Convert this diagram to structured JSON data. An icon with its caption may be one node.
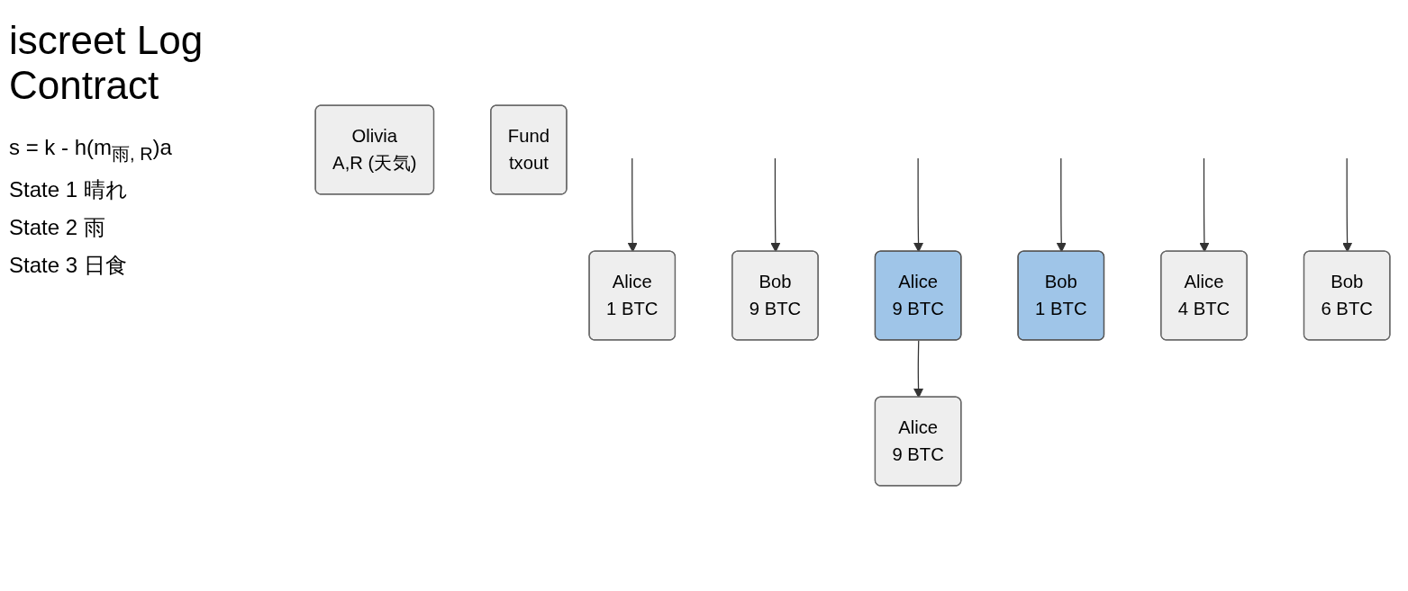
{
  "diagram": {
    "title": "iscreet Log Contract",
    "nodes": [
      {
        "text": [
          "Olivia",
          "A,R (天気)"
        ]
      },
      {
        "text": [
          "Fund",
          "txout"
        ]
      },
      {
        "text": [
          "Alice",
          "1 BTC"
        ]
      },
      {
        "text": [
          "Bob",
          "9 BTC"
        ]
      },
      {
        "text": [
          "Alice",
          "9 BTC"
        ]
      },
      {
        "text": [
          "Bob",
          "1 BTC"
        ]
      },
      {
        "text": [
          "Alice",
          "4 BTC"
        ]
      },
      {
        "text": [
          "Bob",
          "6 BTC"
        ]
      },
      {
        "text": [
          "Alice",
          "9 BTC"
        ]
      }
    ],
    "edges": [
      {
        "from": null,
        "to": 2,
        "arrow": "to"
      },
      {
        "from": null,
        "to": 3,
        "arrow": "to"
      },
      {
        "from": null,
        "to": 4,
        "arrow": "to"
      },
      {
        "from": null,
        "to": 5,
        "arrow": "to"
      },
      {
        "from": null,
        "to": 6,
        "arrow": "to"
      },
      {
        "from": null,
        "to": 7,
        "arrow": "to"
      },
      {
        "from": 4,
        "to": 8,
        "arrow": "to"
      }
    ],
    "labels": [
      "s = k - h(m$_{雨, R}$)a",
      "State 1 晴れ",
      "State 2 雨",
      "State 3 日食"
    ]
  }
}
